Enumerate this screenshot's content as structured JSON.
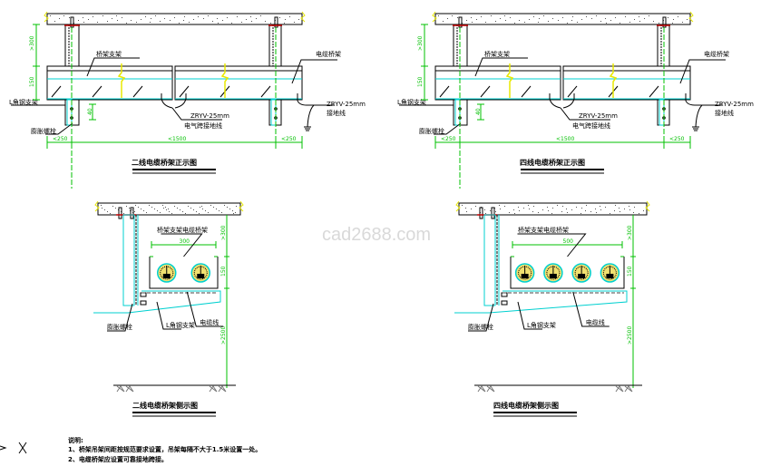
{
  "watermark": "cad2688.com",
  "front_views": [
    {
      "title": "二线电缆桥架正示图",
      "label_cover": "桥架支架",
      "label_tray": "电缆桥架",
      "label_angle": "L角钢支架",
      "label_bolt": "膨胀螺栓",
      "cable_spec": "ZRYV-25mm",
      "cable_label": "电气跨接地线",
      "ground_spec": "ZRYV-25mm",
      "ground_label": "接地线",
      "dim_left": "<250",
      "dim_mid": "<1500",
      "dim_right": "<250",
      "dim_height": ">300",
      "dim_tray": "150",
      "dim_bracket": "40"
    },
    {
      "title": "四线电缆桥架正示图",
      "label_cover": "桥架支架",
      "label_tray": "电缆桥架",
      "label_angle": "L角钢支架",
      "label_bolt": "膨胀螺栓",
      "cable_spec": "ZRYV-25mm",
      "cable_label": "电气跨接地线",
      "ground_spec": "ZRYV-25mm",
      "ground_label": "接地线",
      "dim_left": "<250",
      "dim_mid": "<1500",
      "dim_right": "<250",
      "dim_height": ">300",
      "dim_tray": "150",
      "dim_bracket": "40"
    }
  ],
  "side_views": [
    {
      "title": "二线电缆桥架侧示图",
      "label_tray": "桥架支架电缆桥架",
      "label_cable": "电缆线",
      "label_bolt": "膨胀螺栓",
      "label_angle": "L角钢支架",
      "dim_width": "300",
      "dim_top": ">300",
      "dim_tray": "150",
      "dim_floor": ">2500",
      "cables": 2
    },
    {
      "title": "四线电缆桥架侧示图",
      "label_tray": "桥架支架电缆桥架",
      "label_cable": "电缆线",
      "label_bolt": "膨胀螺栓",
      "label_angle": "L角钢支架",
      "dim_width": "500",
      "dim_top": ">300",
      "dim_tray": "150",
      "dim_floor": ">2500",
      "cables": 4
    }
  ],
  "notes": {
    "heading": "说明:",
    "items": [
      "1、桥架吊架间距按规范要求设置，吊架每隔不大于1.5米设置一处。",
      "2、电缆桥架应设置可靠接地跨接。"
    ]
  },
  "ucs_icon": "ucs-axis-icon",
  "colors": {
    "dim": "#00c000",
    "cyan": "#00d0d0",
    "yellow": "#e8e800",
    "red": "#c00000"
  }
}
